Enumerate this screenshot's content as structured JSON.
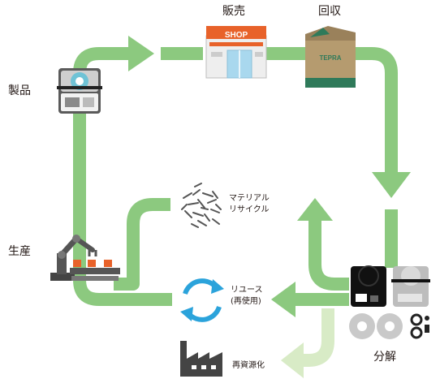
{
  "labels": {
    "product": "製品",
    "sales": "販売",
    "collection": "回収",
    "production": "生産",
    "disassembly": "分解",
    "material_recycle_line1": "マテリアル",
    "material_recycle_line2": "リサイクル",
    "reuse_line1": "リユース",
    "reuse_line2": "(再使用)",
    "resource": "再資源化"
  },
  "shop_sign": "SHOP",
  "box_label": "TEPRA",
  "colors": {
    "flow_green": "#8cc97f",
    "flow_light_green": "#d8ebc6",
    "reuse_blue": "#2ba3db",
    "shop_orange": "#e8622a",
    "box_brown": "#b59b6f",
    "box_green": "#2f7a5a",
    "machine_dark": "#444444"
  }
}
